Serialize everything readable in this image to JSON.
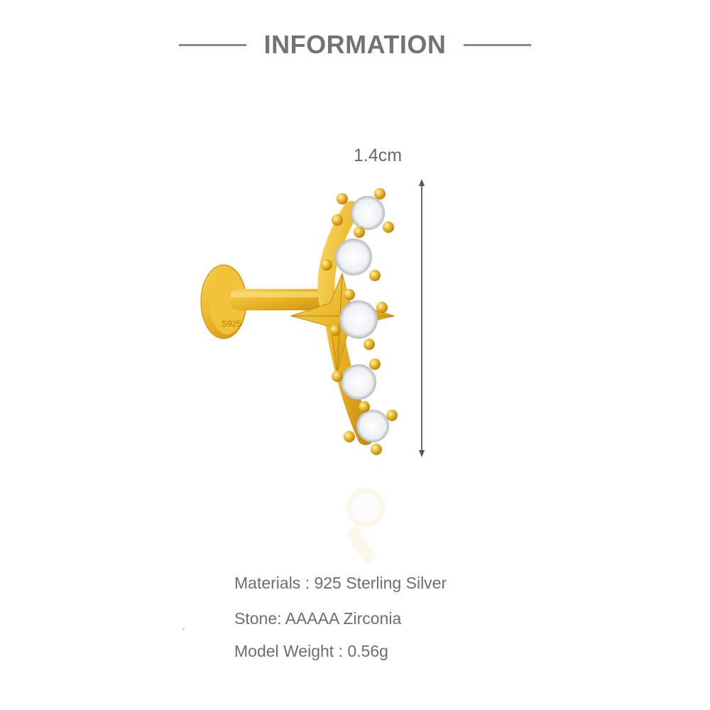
{
  "header": {
    "title": "INFORMATION",
    "line_color": "#8a8a8a",
    "title_color": "#737373"
  },
  "product": {
    "dimension_label": "1.4cm",
    "back_stamp": "S925",
    "metal_color": "#e8b323",
    "stone_color": "#f4f4f6",
    "stone_count": 5
  },
  "specs": {
    "materials": "Materials : 925 Sterling Silver",
    "stone": "Stone: AAAAA Zirconia",
    "weight": "Model Weight : 0.56g"
  }
}
